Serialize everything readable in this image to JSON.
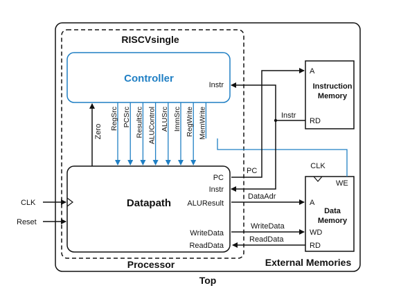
{
  "colors": {
    "line": "#111111",
    "blue": "#1f7fc4",
    "controller_title": "#1f7fc4"
  },
  "labels": {
    "top": "Top",
    "external_memories": "External Memories",
    "processor": "Processor",
    "riscv": "RISCVsingle",
    "controller": "Controller",
    "datapath": "Datapath",
    "imem_title_1": "Instruction",
    "imem_title_2": "Memory",
    "dmem_title_1": "Data",
    "dmem_title_2": "Memory"
  },
  "ports": {
    "ctrl_instr": "Instr",
    "zero": "Zero",
    "control_signals": [
      "RegSrc",
      "PCSrc",
      "ResultSrc",
      "ALUControl",
      "ALUSrc",
      "ImmSrc",
      "RegWrite",
      "MemWrite"
    ],
    "dp_pc": "PC",
    "dp_instr": "Instr",
    "dp_aluresult": "ALUResult",
    "dp_writedata": "WriteData",
    "dp_readdata": "ReadData",
    "imem_a": "A",
    "imem_rd": "RD",
    "dmem_a": "A",
    "dmem_wd": "WD",
    "dmem_rd": "RD",
    "dmem_we": "WE",
    "dmem_clk": "CLK",
    "clk_in": "CLK",
    "reset_in": "Reset"
  },
  "wires": {
    "pc": "PC",
    "instr": "Instr",
    "dataadr": "DataAdr",
    "writedata": "WriteData",
    "readdata": "ReadData"
  }
}
